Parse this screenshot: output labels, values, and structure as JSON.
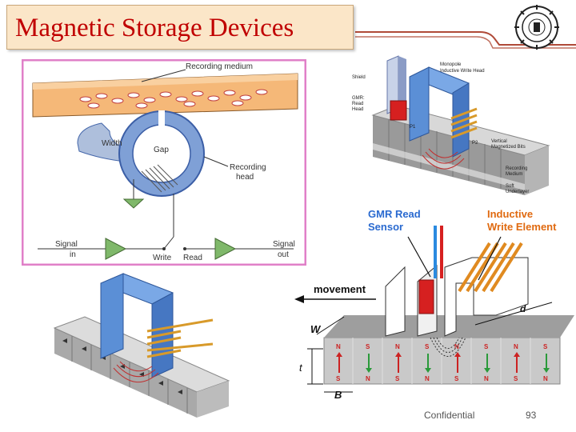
{
  "slide": {
    "title": "Magnetic Storage Devices",
    "footer_left": "Confidential",
    "page_number": "93"
  },
  "fig_recording": {
    "recording_medium": "Recording medium",
    "width": "Width",
    "gap": "Gap",
    "recording_head_1": "Recording",
    "recording_head_2": "head",
    "signal_in_1": "Signal",
    "signal_in_2": "in",
    "write": "Write",
    "read": "Read",
    "signal_out_1": "Signal",
    "signal_out_2": "out"
  },
  "fig_perpendicular": {
    "shield": "Shield",
    "monopole_1": "Monopole",
    "monopole_2": "Inductive Write Head",
    "gmr_1": "GMR:",
    "gmr_2": "Read",
    "gmr_3": "Head",
    "p1": "P1",
    "p2": "P2",
    "vertical_1": "Vertical",
    "vertical_2": "Magnetized Bits",
    "recording_1": "Recording",
    "recording_2": "Medium",
    "soft_1": "Soft",
    "soft_2": "Underlayer"
  },
  "fig_gmr": {
    "gmr_read_1": "GMR Read",
    "gmr_read_2": "Sensor",
    "inductive_1": "Inductive",
    "inductive_2": "Write Element",
    "movement": "movement",
    "w": "W",
    "t": "t",
    "b": "B",
    "d": "d",
    "poles": [
      "N",
      "S",
      "N",
      "S",
      "N",
      "S",
      "N",
      "S",
      "S",
      "N",
      "S",
      "N",
      "S",
      "N",
      "S",
      "N"
    ]
  },
  "colors": {
    "title_red": "#c00000",
    "title_box": "#fbe6c8",
    "frame_pink": "#e080c8",
    "head_blue": "#4a7cc2",
    "coil_gold": "#d89a2a"
  }
}
